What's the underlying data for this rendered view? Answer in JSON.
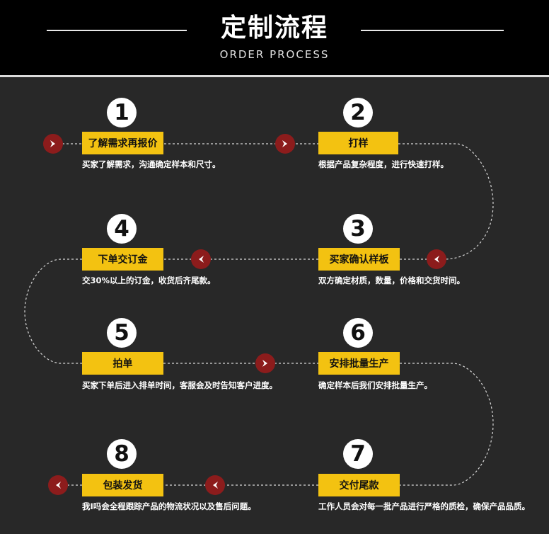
{
  "header": {
    "title": "定制流程",
    "subtitle": "ORDER PROCESS"
  },
  "steps": [
    {
      "number": "1",
      "label": "了解需求再报价",
      "desc": "买家了解需求，沟通确定样本和尺寸。"
    },
    {
      "number": "2",
      "label": "打样",
      "desc": "根据产品复杂程度，进行快速打样。"
    },
    {
      "number": "3",
      "label": "买家确认样板",
      "desc": "双方确定材质，数量，价格和交货时间。"
    },
    {
      "number": "4",
      "label": "下单交订金",
      "desc": "交30%以上的订金，收货后齐尾款。"
    },
    {
      "number": "5",
      "label": "拍单",
      "desc": "买家下单后进入排单时间，客服会及时告知客户进度。"
    },
    {
      "number": "6",
      "label": "安排批量生产",
      "desc": "确定样本后我们安排批量生产。"
    },
    {
      "number": "7",
      "label": "交付尾款",
      "desc": "工作人员会对每一批产品进行严格的质检，确保产品品质。"
    },
    {
      "number": "8",
      "label": "包装发货",
      "desc": "我I吗会全程跟踪产品的物流状况以及售后问题。"
    }
  ],
  "icons": {
    "arrow_right": "chevron-right-icon",
    "arrow_left": "chevron-left-icon"
  },
  "colors": {
    "background": "#282828",
    "header": "#000000",
    "label_fill": "#f3c211",
    "arrow_circle": "#8c1c1c",
    "text": "#ffffff"
  }
}
